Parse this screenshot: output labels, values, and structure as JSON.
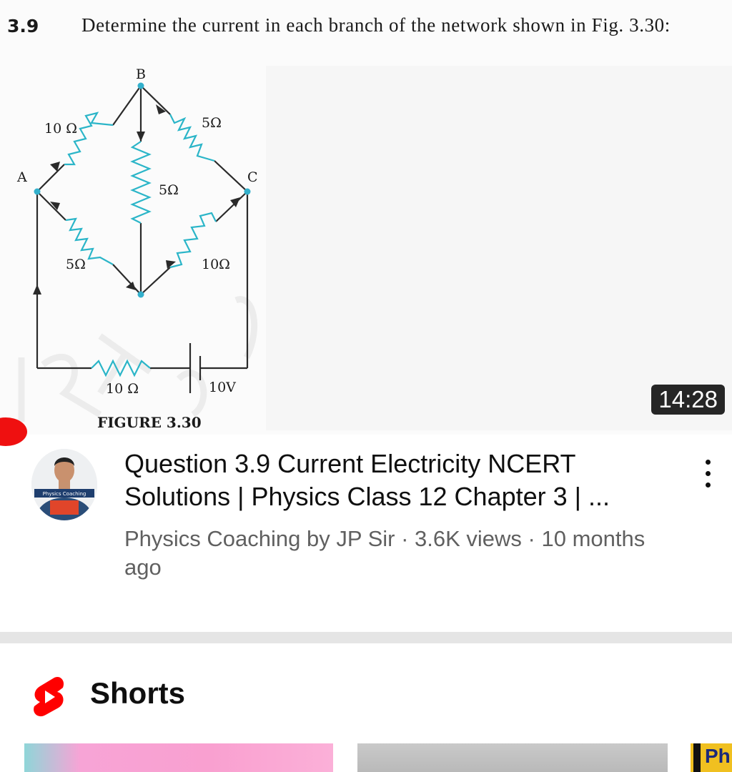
{
  "video": {
    "question_number": "3.9",
    "question_text": "Determine the current in each branch of the network shown in Fig. 3.30:",
    "figure_caption": "FIGURE 3.30",
    "circuit_labels": {
      "node_a": "A",
      "node_b": "B",
      "node_c": "C",
      "r_ab": "10 Ω",
      "r_bc": "5Ω",
      "r_bd": "5Ω",
      "r_ad": "5Ω",
      "r_dc": "10Ω",
      "r_series": "10 Ω",
      "battery": "10V"
    },
    "duration": "14:28"
  },
  "meta": {
    "title": "Question 3.9 Current Electricity NCERT Solutions | Physics Class 12 Chapter 3 | ...",
    "channel": "Physics Coaching by JP Sir",
    "views": "3.6K views",
    "age": "10 months ago",
    "subtitle": "Physics Coaching by JP Sir · 3.6K views · 10 months ago",
    "avatar_banner_text": "Physics Coaching"
  },
  "shorts": {
    "label": "Shorts",
    "peek_text": "Ph"
  },
  "colors": {
    "wire": "#2a2a2a",
    "resistor": "#2bb5c8",
    "node": "#33b0cc",
    "shorts_red": "#ff0000",
    "record_dot": "#ef1010"
  }
}
